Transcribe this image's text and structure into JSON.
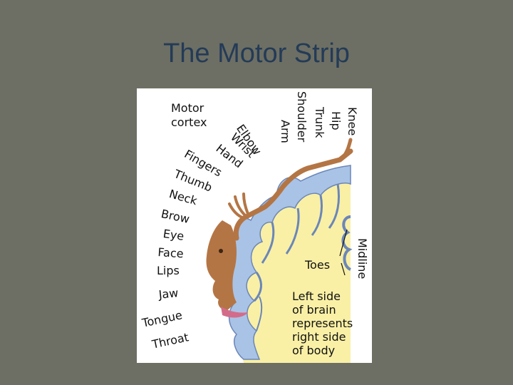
{
  "title": "The Motor Strip",
  "figure": {
    "heading": [
      "Motor",
      "cortex"
    ],
    "body_parts": [
      "Knee",
      "Hip",
      "Trunk",
      "Shoulder",
      "Arm",
      "Elbow",
      "Wrist",
      "Hand",
      "Fingers",
      "Thumb",
      "Neck",
      "Brow",
      "Eye",
      "Face",
      "Lips",
      "Jaw",
      "Tongue",
      "Throat"
    ],
    "toes_label": "Toes",
    "midline_label": "Midline",
    "caption": [
      "Left side",
      "of brain",
      "represents",
      "right side",
      "of body"
    ],
    "colors": {
      "background": "#6d6f64",
      "title": "#243b57",
      "cortex_gray": "#a9c3e6",
      "white_matter": "#f9f0a6",
      "homunculus": "#b47544"
    }
  }
}
